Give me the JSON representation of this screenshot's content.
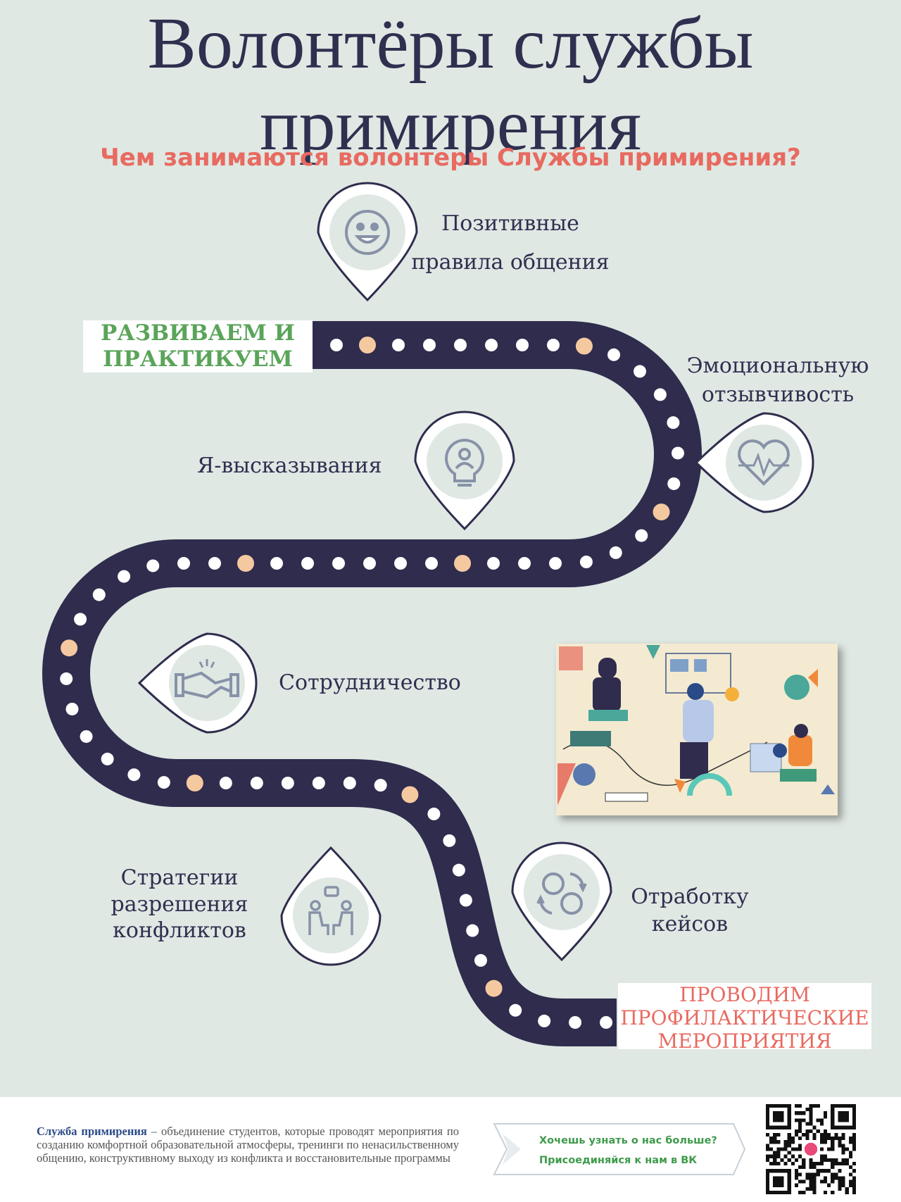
{
  "title": "Волонтёры службы примирения",
  "title_line1": "Волонтёры службы",
  "title_line2": "примирения",
  "subtitle": "Чем занимаются волонтеры Службы примирения?",
  "banner_start": {
    "line1": "РАЗВИВАЕМ И",
    "line2": "ПРАКТИКУЕМ"
  },
  "banner_end": {
    "line1": "ПРОВОДИМ",
    "line2": "ПРОФИЛАКТИЧЕСКИЕ",
    "line3": "МЕРОПРИЯТИЯ"
  },
  "items": [
    {
      "line1": "Позитивные",
      "line2": "правила общения",
      "icon": "smiley-icon"
    },
    {
      "line1": "Эмоциональную",
      "line2": "отзывчивость",
      "icon": "heart-pulse-icon"
    },
    {
      "line1": "Я-высказывания",
      "icon": "lightbulb-person-icon"
    },
    {
      "line1": "Сотрудничество",
      "icon": "handshake-icon"
    },
    {
      "line1": "Стратегии",
      "line2": "разрешения",
      "line3": "конфликтов",
      "icon": "dialogue-people-icon"
    },
    {
      "line1": "Отработку",
      "line2": "кейсов",
      "icon": "exchange-faces-icon"
    }
  ],
  "footer": {
    "lead": "Служба примирения",
    "text": " – объединение студентов, которые проводят мероприятия по созданию комфортной образовательной атмосферы, тренинги по ненасильственному общению, конструктивному выходу из конфликта и восстановительные программы",
    "cta_line1": "Хочешь узнать о нас больше?",
    "cta_line2": "Присоединяйся к нам в ВК"
  },
  "colors": {
    "background": "#dfe8e3",
    "road": "#2f2c4d",
    "dot_peach": "#f5c9a0",
    "accent_red": "#e86a60",
    "accent_green": "#5aa45a"
  }
}
